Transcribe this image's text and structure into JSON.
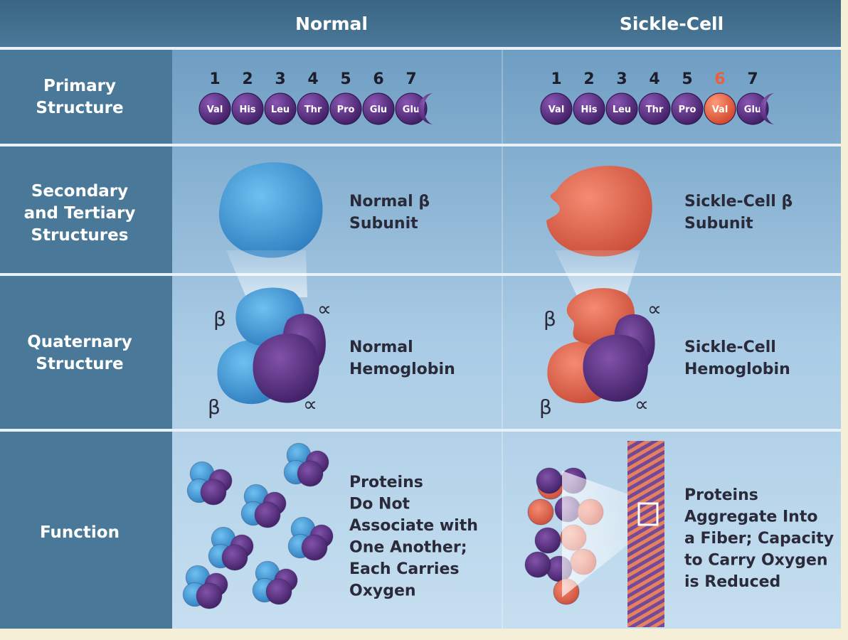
{
  "header": {
    "normal_title": "Normal",
    "sickle_title": "Sickle-Cell"
  },
  "rows": {
    "primary": "Primary|Structure",
    "secondary": "Secondary|and Tertiary|Structures",
    "quaternary": "Quaternary|Structure",
    "function": "Function"
  },
  "normal": {
    "positions": [
      "1",
      "2",
      "3",
      "4",
      "5",
      "6",
      "7"
    ],
    "residues": [
      "Val",
      "His",
      "Leu",
      "Thr",
      "Pro",
      "Glu",
      "Glu"
    ],
    "subunit_label": "Normal β|Subunit",
    "hemoglobin_label": "Normal|Hemoglobin",
    "function_text": "Proteins|Do Not|Associate with|One Another;|Each Carries|Oxygen"
  },
  "sickle": {
    "positions": [
      "1",
      "2",
      "3",
      "4",
      "5",
      "6",
      "7"
    ],
    "residues": [
      "Val",
      "His",
      "Leu",
      "Thr",
      "Pro",
      "Val",
      "Glu"
    ],
    "mutated_position": "6",
    "subunit_label": "Sickle-Cell β|Subunit",
    "hemoglobin_label": "Sickle-Cell|Hemoglobin",
    "function_text": "Proteins|Aggregate Into|a Fiber;  Capacity|to Carry Oxygen|is Reduced"
  },
  "chain_labels": {
    "beta": "β",
    "alpha": "∝"
  },
  "colors": {
    "header_bg": "#3f6b89",
    "row_label_bg": "#4d7c9c",
    "normal_subunit": "#4fa6dd",
    "sickle_subunit": "#e66f57",
    "alpha_subunit": "#6b3a8e",
    "mutation": "#e8613f",
    "divider": "#e8f1f7"
  }
}
